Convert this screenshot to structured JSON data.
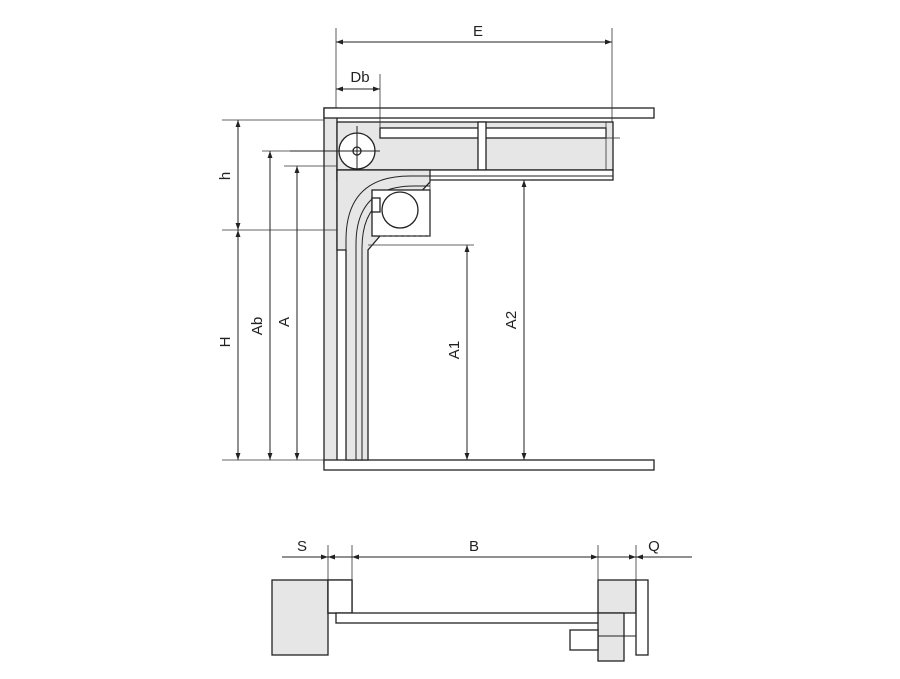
{
  "labels": {
    "E": "E",
    "Db": "Db",
    "h": "h",
    "H": "H",
    "Ab": "Ab",
    "A": "A",
    "A1": "A1",
    "A2": "A2",
    "S": "S",
    "B": "B",
    "Q": "Q"
  },
  "colors": {
    "line": "#222222",
    "fill": "#e6e6e6",
    "background": "#ffffff"
  }
}
